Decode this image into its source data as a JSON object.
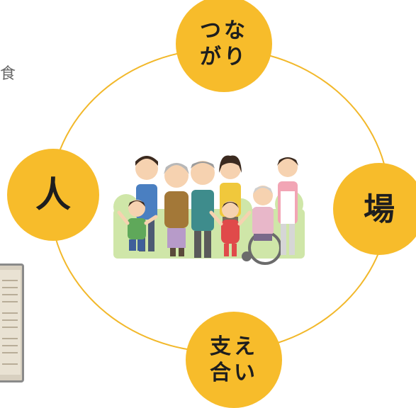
{
  "diagram": {
    "nodes": {
      "top": [
        "つな",
        "がり"
      ],
      "left": [
        "人"
      ],
      "right": [
        "場"
      ],
      "bottom": [
        "支え",
        "合い"
      ]
    },
    "fragment_text": "食",
    "colors": {
      "ring": "#f2b82a",
      "node_fill": "#f7bc2b",
      "node_text": "#1e1e1e",
      "background": "#ffffff"
    },
    "illustration": "family-group-icon"
  }
}
